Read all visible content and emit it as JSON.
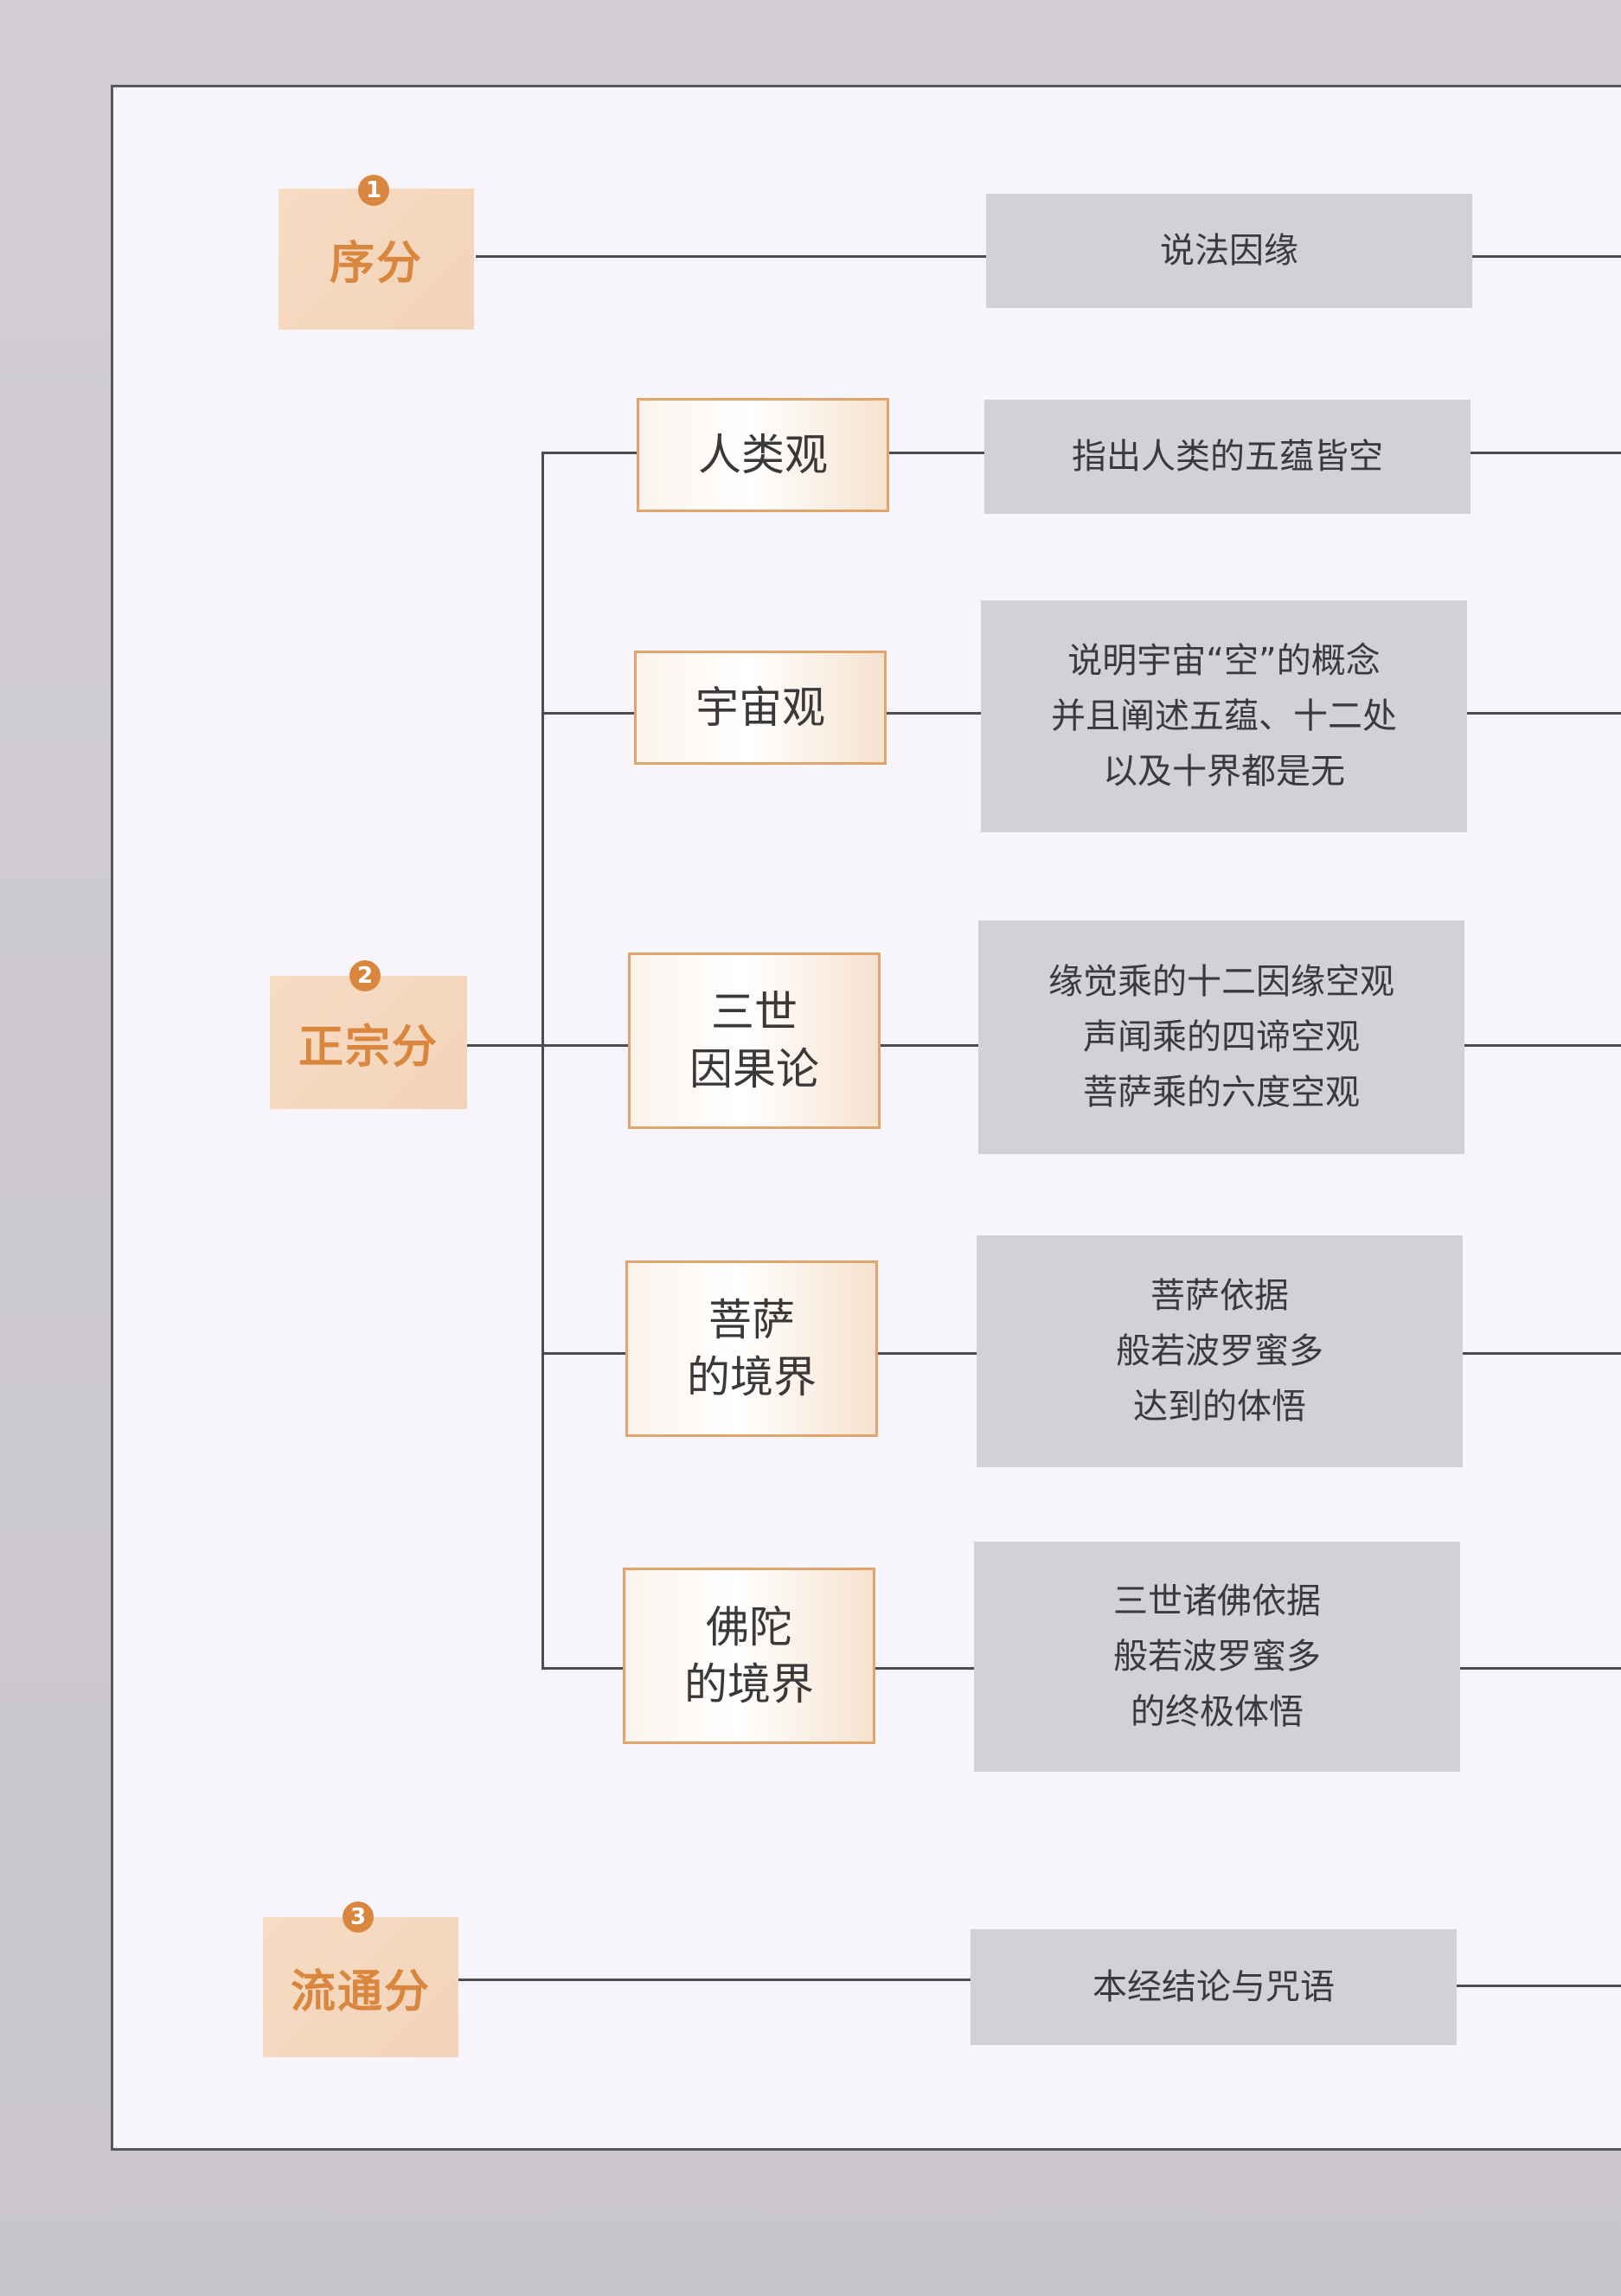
{
  "sections": [
    {
      "number": "1",
      "title": "序分"
    },
    {
      "number": "2",
      "title": "正宗分"
    },
    {
      "number": "3",
      "title": "流通分"
    }
  ],
  "topics": [
    {
      "label": "人类观"
    },
    {
      "label": "宇宙观"
    },
    {
      "label": "三世\n因果论"
    },
    {
      "label": "菩萨\n的境界"
    },
    {
      "label": "佛陀\n的境界"
    }
  ],
  "descriptions": [
    {
      "text": "说法因缘"
    },
    {
      "text": "指出人类的五蕴皆空"
    },
    {
      "text": "说明宇宙“空”的概念\n并且阐述五蕴、十二处\n以及十界都是无"
    },
    {
      "text": "缘觉乘的十二因缘空观\n声闻乘的四谛空观\n菩萨乘的六度空观"
    },
    {
      "text": "菩萨依据\n般若波罗蜜多\n达到的体悟"
    },
    {
      "text": "三世诸佛依据\n般若波罗蜜多\n的终极体悟"
    },
    {
      "text": "本经结论与咒语"
    }
  ],
  "colors": {
    "accent": "#d9873e",
    "section_fill": "#f5d8bf",
    "topic_border": "#e0a56d",
    "desc_fill": "#d3d1d6",
    "line": "#4d4b50"
  }
}
